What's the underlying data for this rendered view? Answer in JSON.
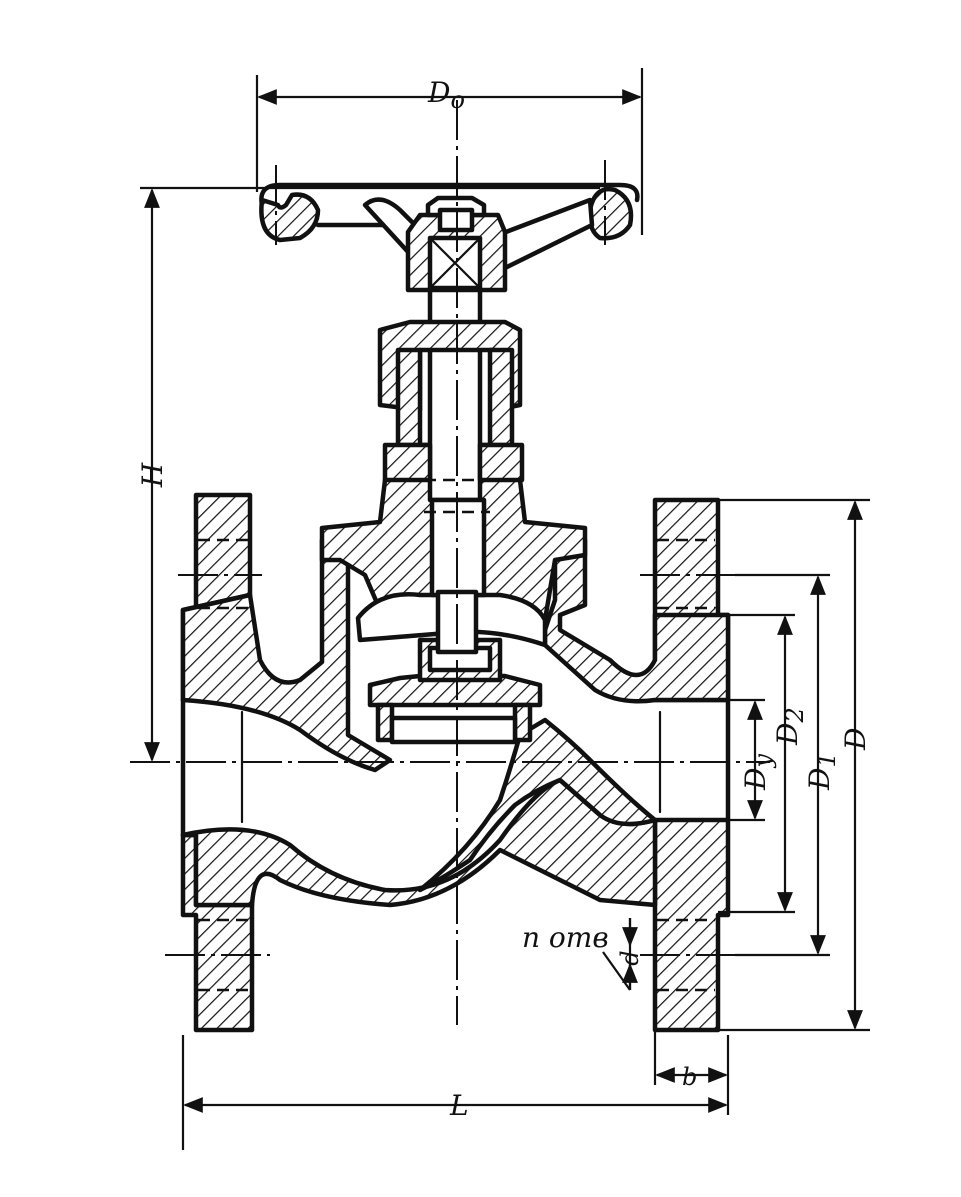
{
  "labels": {
    "do": "D",
    "do_sub": "o",
    "h": "H",
    "l": "L",
    "b": "b",
    "d": "d",
    "dy": "D",
    "dy_sub": "y",
    "d2": "D",
    "d2_sub": "2",
    "d1": "D",
    "d1_sub": "1",
    "big_d": "D",
    "n_holes": "n отв"
  }
}
